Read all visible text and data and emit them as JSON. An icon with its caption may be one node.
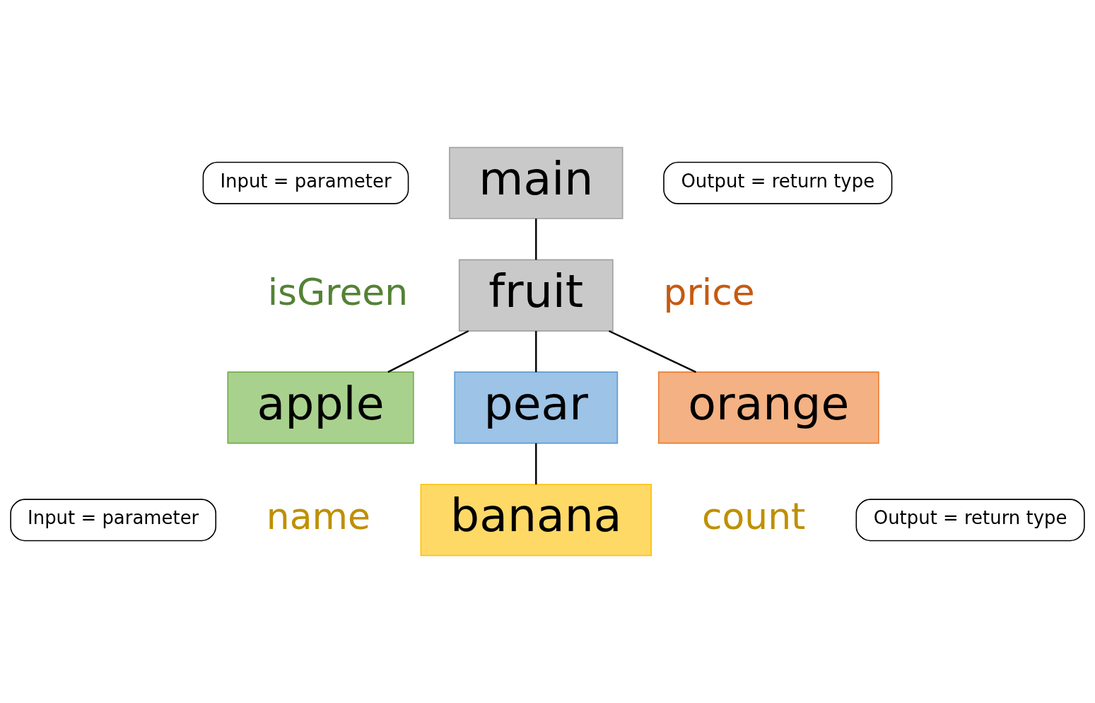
{
  "diagram": {
    "nodes": [
      {
        "text": [
          "Input = parameter"
        ]
      },
      {
        "text": [
          "main"
        ]
      },
      {
        "text": [
          "Output = return type"
        ]
      },
      {
        "text": [
          "fruit"
        ]
      },
      {
        "text": [
          "apple"
        ]
      },
      {
        "text": [
          "pear"
        ]
      },
      {
        "text": [
          "orange"
        ]
      },
      {
        "text": [
          "Input = parameter"
        ]
      },
      {
        "text": [
          "Output = return type"
        ]
      },
      {
        "text": [
          "banana"
        ]
      }
    ],
    "edges": [
      {
        "from": 1,
        "to": 3,
        "arrow": "none"
      },
      {
        "from": 3,
        "to": 4,
        "arrow": "none"
      },
      {
        "from": 3,
        "to": 5,
        "arrow": "none"
      },
      {
        "from": 3,
        "to": 6,
        "arrow": "none"
      },
      {
        "from": 5,
        "to": 9,
        "arrow": "none"
      }
    ],
    "labels": [
      "isGreen",
      "price",
      "name",
      "count"
    ]
  }
}
